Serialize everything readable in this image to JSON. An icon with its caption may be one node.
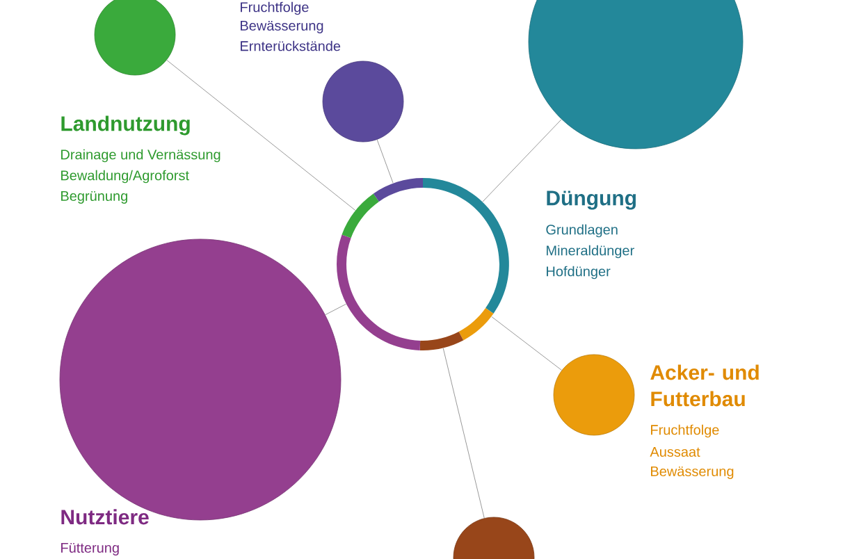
{
  "diagram": {
    "nodes": [
      {
        "text": [],
        "shape": "circle"
      },
      {
        "text": [],
        "shape": "circle",
        "beside": [
          "Landnutzung",
          "Drainage und Vernässung",
          "Bewaldung/Agroforst",
          "Begrünung"
        ]
      },
      {
        "text": [],
        "shape": "circle",
        "beside": [
          "Fruchtfolge",
          "Bewässerung",
          "Ernterückstände"
        ]
      },
      {
        "text": [],
        "shape": "circle",
        "beside": [
          "Düngung",
          "Grundlagen",
          "Mineraldünger",
          "Hofdünger"
        ]
      },
      {
        "text": [],
        "shape": "circle",
        "beside": [
          "Nutztiere",
          "Fütterung"
        ]
      },
      {
        "text": [],
        "shape": "circle",
        "beside": [
          "Acker- und Futterbau",
          "Fruchtfolge",
          "Aussaat",
          "Bewässerung"
        ]
      },
      {
        "text": [],
        "shape": "circle"
      }
    ],
    "edges": [
      {
        "from": 0,
        "to": 1,
        "arrow": "none"
      },
      {
        "from": 0,
        "to": 2,
        "arrow": "none"
      },
      {
        "from": 0,
        "to": 3,
        "arrow": "none"
      },
      {
        "from": 0,
        "to": 4,
        "arrow": "none"
      },
      {
        "from": 0,
        "to": 5,
        "arrow": "none"
      },
      {
        "from": 0,
        "to": 6,
        "arrow": "none"
      }
    ]
  }
}
